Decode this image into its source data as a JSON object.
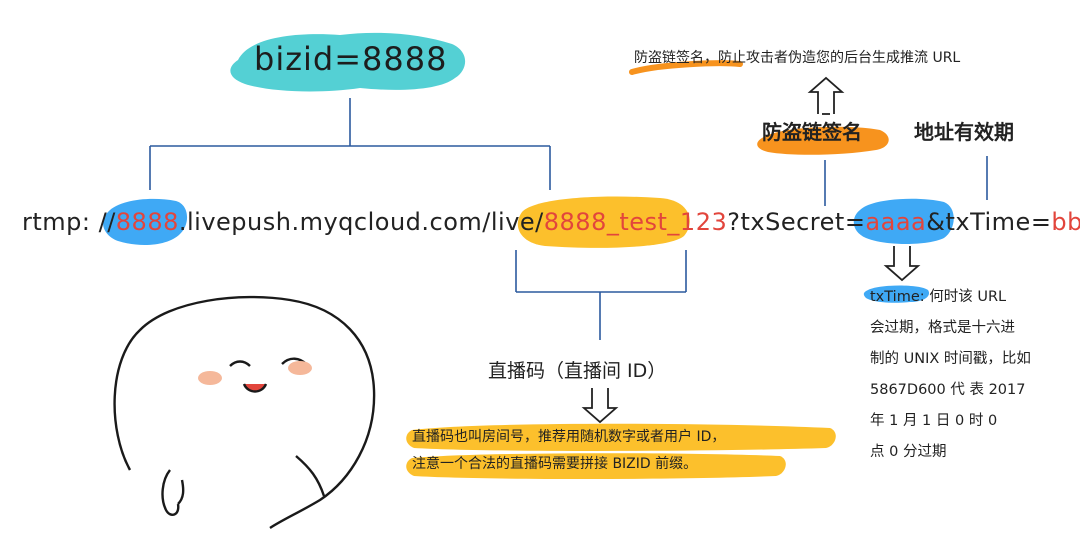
{
  "bizid_title": "bizid=8888",
  "url": {
    "scheme": "rtmp: //",
    "bizid": "8888",
    "host_path": ".livepush.myqcloud.com/live/",
    "stream_id": "8888_test_123",
    "q_secret": "?txSecret=",
    "secret_val": "aaaa",
    "q_time": "&txTime=",
    "time_val": "bbbb"
  },
  "top_note": "防盗链签名，防止攻击者伪造您的后台生成推流 URL",
  "sig_label": "防盗链签名",
  "expiry_label": "地址有效期",
  "stream_label": "直播码（直播间 ID）",
  "stream_note": {
    "line1": "直播码也叫房间号，推荐用随机数字或者用户 ID，",
    "line2": "注意一个合法的直播码需要拼接 BIZID 前缀。"
  },
  "txtime_note": {
    "term": "txTime",
    "line1": ": 何时该 URL",
    "line2": "会过期，格式是十六进",
    "line3": "制的 UNIX 时间戳，比如",
    "line4": "5867D600 代 表 2017",
    "line5": "年 1 月 1 日 0 时 0",
    "line6": "点 0 分过期"
  },
  "colors": {
    "cyan": "#54d0d4",
    "blue": "#3fa9f5",
    "orange": "#f7931e",
    "yellow": "#fcc02c",
    "line": "#2c5a9e",
    "red": "#e2453c"
  }
}
